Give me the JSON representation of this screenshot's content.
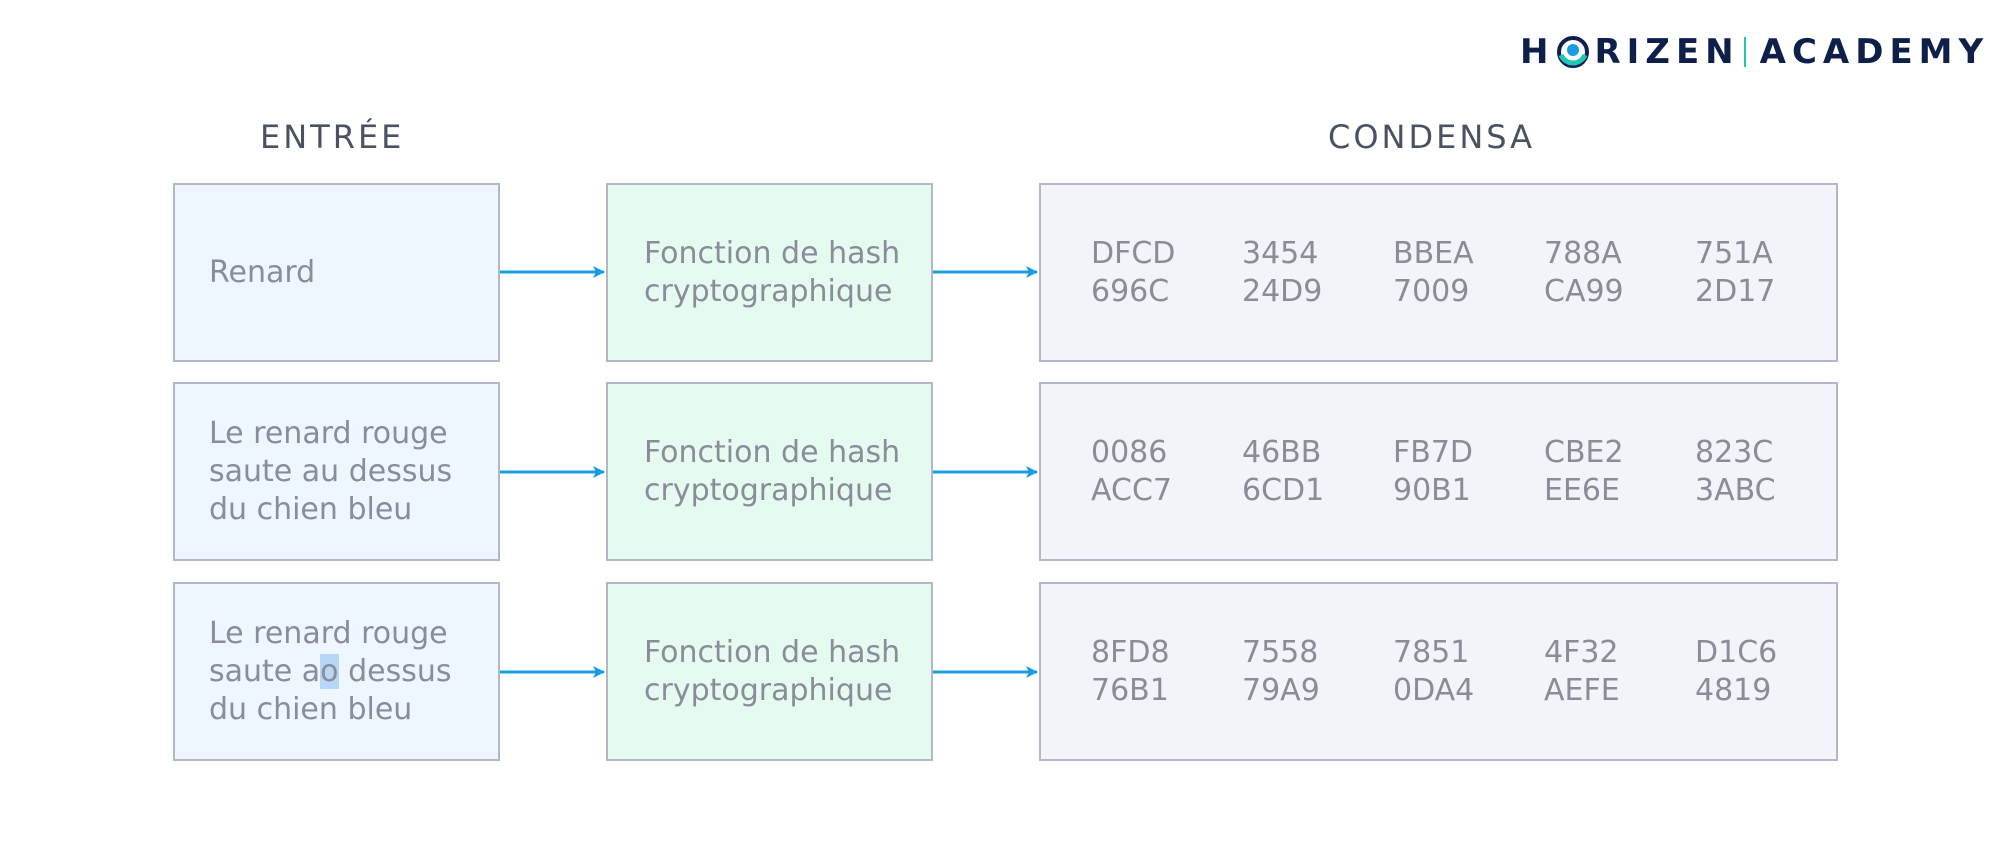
{
  "logo": {
    "part1_a": "H",
    "part1_b": "RIZEN",
    "part2": "ACADEMY",
    "accent_color": "#1ec6b3",
    "brand_color": "#0e1f4a"
  },
  "headers": {
    "input": "ENTRÉE",
    "output": "CONDENSA"
  },
  "rows": [
    {
      "input_lines": [
        "Renard"
      ],
      "function_lines": [
        "Fonction de hash",
        "cryptographique"
      ],
      "hash": [
        [
          "DFCD",
          "696C"
        ],
        [
          "3454",
          "24D9"
        ],
        [
          "BBEA",
          "7009"
        ],
        [
          "788A",
          "CA99"
        ],
        [
          "751A",
          "2D17"
        ]
      ]
    },
    {
      "input_lines": [
        "Le renard rouge",
        "saute au dessus",
        "du chien bleu"
      ],
      "function_lines": [
        "Fonction de hash",
        "cryptographique"
      ],
      "hash": [
        [
          "0086",
          "ACC7"
        ],
        [
          "46BB",
          "6CD1"
        ],
        [
          "FB7D",
          "90B1"
        ],
        [
          "CBE2",
          "EE6E"
        ],
        [
          "823C",
          "3ABC"
        ]
      ]
    },
    {
      "input_lines": [
        "Le renard rouge",
        "saute ao dessus",
        "du chien bleu"
      ],
      "input_line2_parts": {
        "before": "saute a",
        "highlight": "o",
        "after": " dessus"
      },
      "function_lines": [
        "Fonction de hash",
        "cryptographique"
      ],
      "hash": [
        [
          "8FD8",
          "76B1"
        ],
        [
          "7558",
          "79A9"
        ],
        [
          "7851",
          "0DA4"
        ],
        [
          "4F32",
          "AEFE"
        ],
        [
          "D1C6",
          "4819"
        ]
      ]
    }
  ],
  "colors": {
    "arrow": "#1a9ce0",
    "input_bg": "#eef7ff",
    "function_bg": "#e5fbf0",
    "output_bg": "#f3f4f9",
    "border": "#b4b7c9",
    "text": "#8a8c9a",
    "highlight": "#b7d7f7"
  }
}
